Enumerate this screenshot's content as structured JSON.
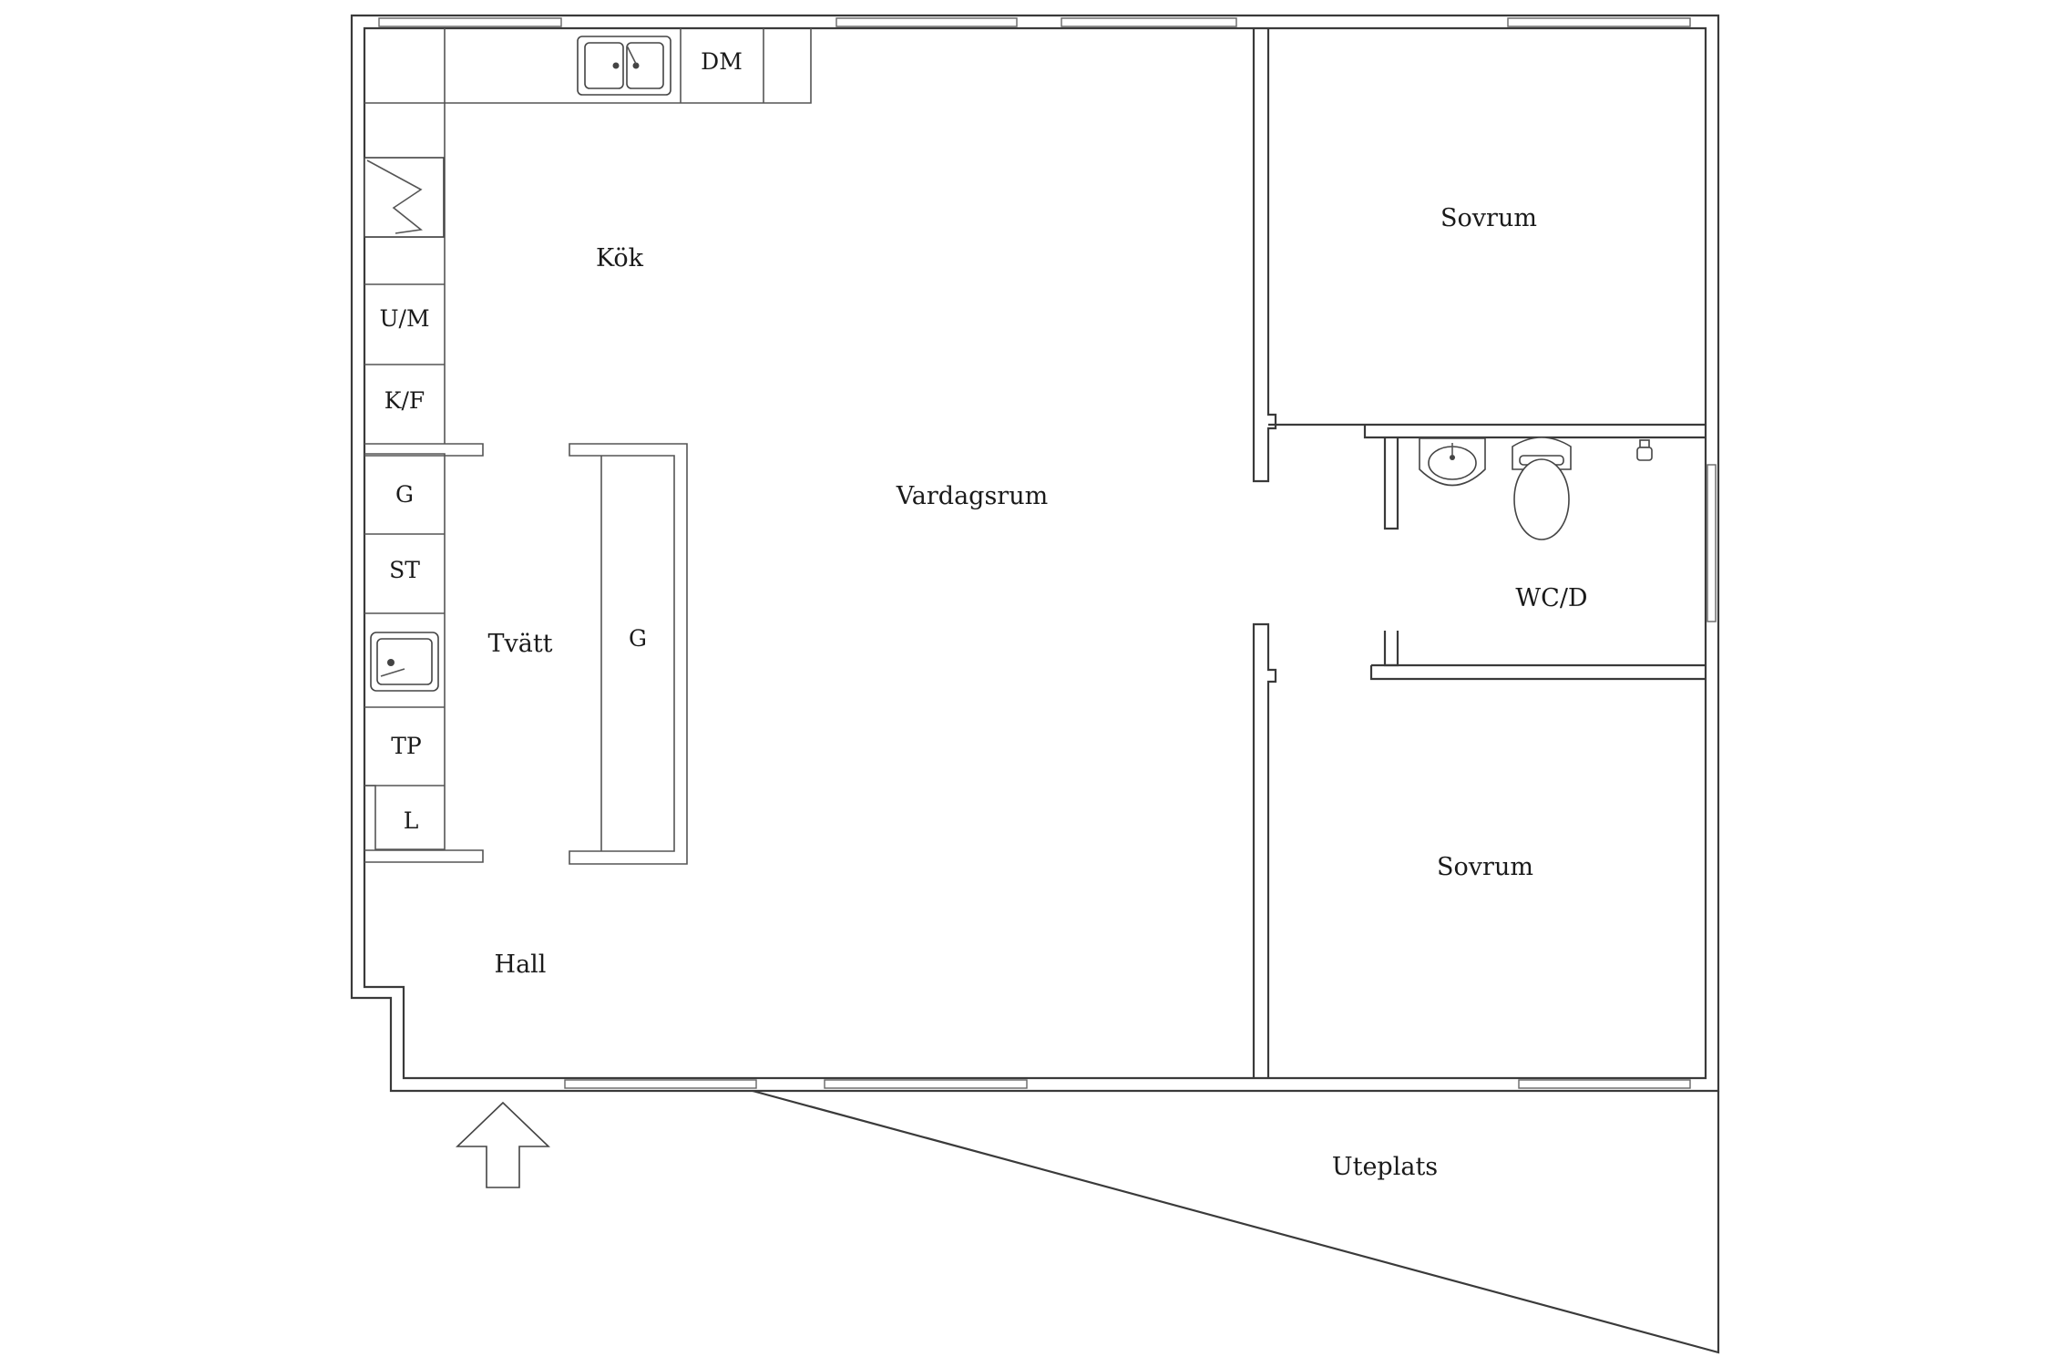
{
  "plan": {
    "rooms": {
      "kok": "Kök",
      "vardagsrum": "Vardagsrum",
      "sovrum_top": "Sovrum",
      "sovrum_bottom": "Sovrum",
      "wcd": "WC/D",
      "tvatt": "Tvätt",
      "hall": "Hall",
      "uteplats": "Uteplats"
    },
    "fixtures": {
      "dm": "DM",
      "um": "U/M",
      "kf": "K/F",
      "g_left": "G",
      "st": "ST",
      "tp": "TP",
      "l": "L",
      "g_island": "G"
    },
    "icons": [
      "kitchen-sink-icon",
      "stove-icon",
      "laundry-sink-icon",
      "washbasin-icon",
      "toilet-icon",
      "tap-icon",
      "entrance-arrow-icon"
    ]
  }
}
